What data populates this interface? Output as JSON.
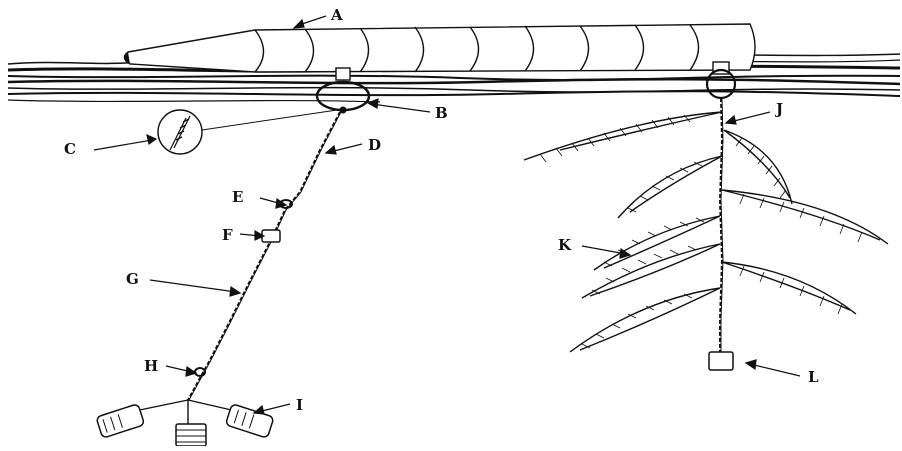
{
  "labels": {
    "A": "A",
    "B": "B",
    "C": "C",
    "D": "D",
    "E": "E",
    "F": "F",
    "G": "G",
    "H": "H",
    "I": "I",
    "J": "J",
    "K": "K",
    "L": "L"
  },
  "colors": {
    "ink": "#111111",
    "paper": "#ffffff"
  }
}
